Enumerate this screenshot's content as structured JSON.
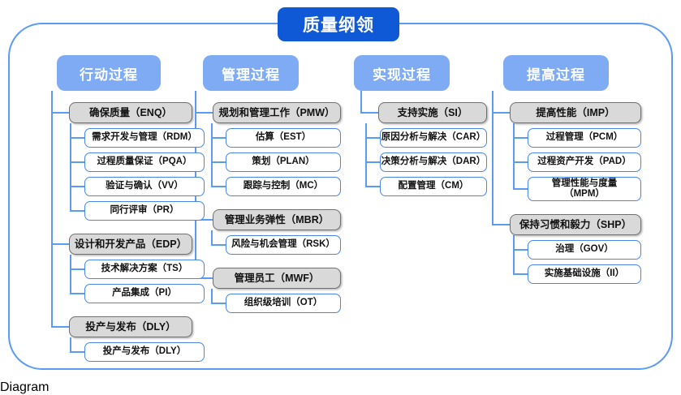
{
  "title": "质量纲领",
  "frame": {
    "border_color": "#5b9bf3"
  },
  "colors": {
    "root_bg": "#1059d6",
    "header_bg": "#7eabf3",
    "group_bg": "#d9d9d9",
    "group_border": "#6f6f6f",
    "leaf_border": "#4a86e8",
    "connector": "#5b9bf3"
  },
  "columns": [
    {
      "header": "行动过程",
      "groups": [
        {
          "label": "确保质量（ENQ）",
          "leaves": [
            "需求开发与管理（RDM）",
            "过程质量保证（PQA）",
            "验证与确认（VV）",
            "同行评审（PR）"
          ]
        },
        {
          "label": "设计和开发产品（EDP）",
          "leaves": [
            "技术解决方案（TS）",
            "产品集成（PI）"
          ]
        },
        {
          "label": "投产与发布（DLY）",
          "leaves": [
            "投产与发布（DLY）"
          ]
        }
      ]
    },
    {
      "header": "管理过程",
      "groups": [
        {
          "label": "规划和管理工作（PMW）",
          "leaves": [
            "估算（EST）",
            "策划（PLAN）",
            "跟踪与控制（MC）"
          ]
        },
        {
          "label": "管理业务弹性（MBR）",
          "leaves": [
            "风险与机会管理（RSK）"
          ]
        },
        {
          "label": "管理员工（MWF）",
          "leaves": [
            "组织级培训（OT）"
          ]
        }
      ]
    },
    {
      "header": "实现过程",
      "groups": [
        {
          "label": "支持实施（SI）",
          "leaves": [
            "原因分析与解决（CAR）",
            "决策分析与解决（DAR）",
            "配置管理（CM）"
          ]
        }
      ]
    },
    {
      "header": "提高过程",
      "groups": [
        {
          "label": "提高性能（IMP）",
          "leaves": [
            "过程管理（PCM）",
            "过程资产开发（PAD）",
            "管理性能与度量\n（MPM）"
          ]
        },
        {
          "label": "保持习惯和毅力（SHP）",
          "leaves": [
            "治理（GOV）",
            "实施基础设施（II）"
          ]
        }
      ]
    }
  ]
}
